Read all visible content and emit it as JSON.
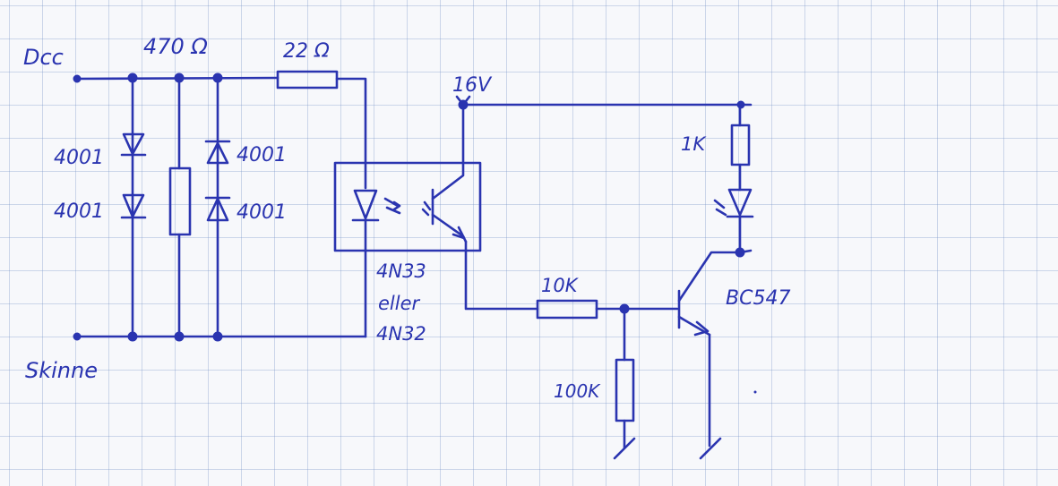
{
  "labels": {
    "dcc": "Dcc",
    "skinne": "Skinne",
    "r470": "470 Ω",
    "r22": "22 Ω",
    "d1": "4001",
    "d2": "4001",
    "d3": "4001",
    "d4": "4001",
    "v16": "16V",
    "opto_line1": "4N33",
    "opto_line2": "eller",
    "opto_line3": "4N32",
    "r10k": "10K",
    "r100k": "100K",
    "r1k": "1K",
    "transistor": "BC547"
  },
  "colors": {
    "ink": "#2a34b0",
    "paper": "#f7f8fb",
    "grid": "#7896c8"
  }
}
